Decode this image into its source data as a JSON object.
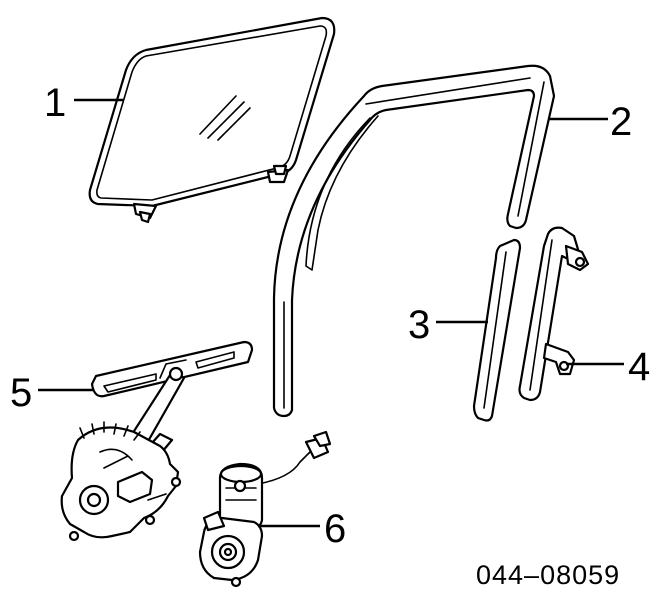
{
  "diagram": {
    "callouts": {
      "c1": "1",
      "c2": "2",
      "c3": "3",
      "c4": "4",
      "c5": "5",
      "c6": "6"
    },
    "figure_code": "044–08059"
  }
}
